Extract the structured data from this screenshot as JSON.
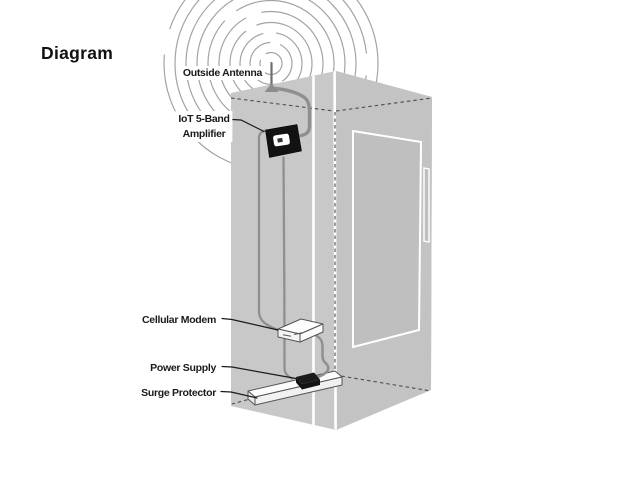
{
  "title": "Diagram",
  "diagram": {
    "type": "isometric-installation-diagram",
    "subject": "IoT cellular amplifier installed on elevator cab",
    "labels": {
      "outside_antenna": "Outside Antenna",
      "amplifier_line1": "IoT 5-Band",
      "amplifier_line2": "Amplifier",
      "cellular_modem": "Cellular Modem",
      "power_supply": "Power Supply",
      "surge_protector": "Surge Protector"
    },
    "colors": {
      "background": "#ffffff",
      "cabinet_gray": "#c8c8c8",
      "cabinet_right_gray": "#c3c3c3",
      "door_gray": "#bfbfbf",
      "wave_gray": "#a3a3a3",
      "cable_gray": "#8f8f8f",
      "device_black": "#121212",
      "leader_line": "#1a1a1a"
    }
  }
}
